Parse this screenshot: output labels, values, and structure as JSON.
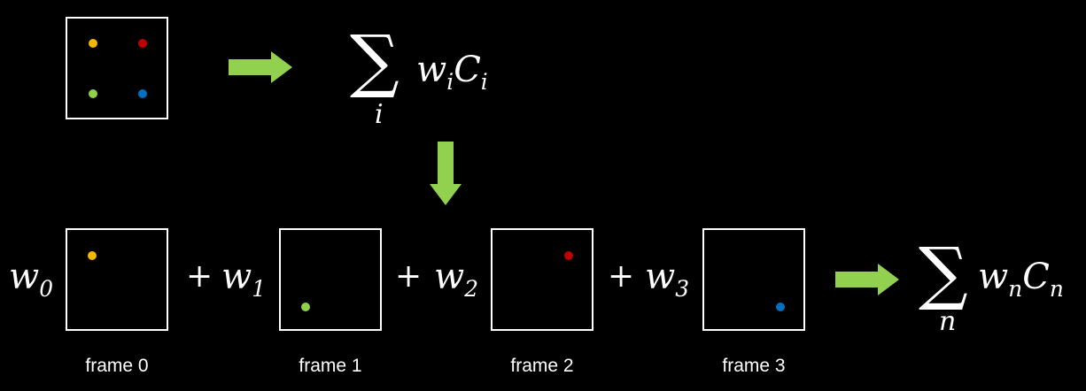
{
  "colors": {
    "yellow": "#F5B800",
    "red": "#C00000",
    "green": "#8FD14F",
    "blue": "#0070C0",
    "arrow": "#92D050"
  },
  "top": {
    "sum_symbol": "∑",
    "sum_index": "i",
    "sum_term_w": "w",
    "sum_term_w_sub": "i",
    "sum_term_c": "C",
    "sum_term_c_sub": "i"
  },
  "bottom": {
    "weights": [
      {
        "var": "w",
        "sub": "0"
      },
      {
        "var": "w",
        "sub": "1"
      },
      {
        "var": "w",
        "sub": "2"
      },
      {
        "var": "w",
        "sub": "3"
      }
    ],
    "plus": "+",
    "frames": [
      "frame 0",
      "frame 1",
      "frame 2",
      "frame 3"
    ],
    "sum_symbol": "∑",
    "sum_index": "n",
    "sum_term_w": "w",
    "sum_term_w_sub": "n",
    "sum_term_c": "C",
    "sum_term_c_sub": "n"
  }
}
